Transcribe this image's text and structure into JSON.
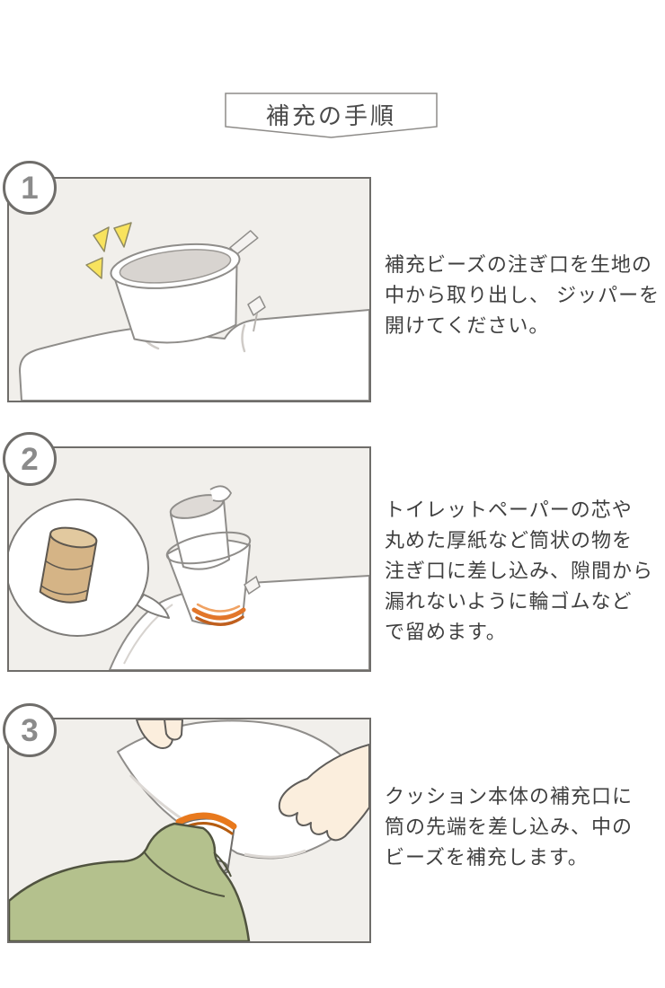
{
  "title": {
    "label": "補充の手順"
  },
  "steps": [
    {
      "number": "1",
      "text": "補充ビーズの注ぎ口を生地の\n中から取り出し、 ジッパーを\n開けてください。"
    },
    {
      "number": "2",
      "text": "トイレットペーパーの芯や\n丸めた厚紙など筒状の物を\n注ぎ口に差し込み、隙間から\n漏れないように輪ゴムなど\nで留めます。"
    },
    {
      "number": "3",
      "text": "クッション本体の補充口に\n筒の先端を差し込み、中の\nビーズを補充します。"
    }
  ],
  "colors": {
    "panel_background": "#f1efeb",
    "panel_border": "#6f6d6a",
    "step_number_gray": "#8b8b8b",
    "body_text": "#3f3f3f",
    "title_text": "#4a4a4a",
    "sparkle_yellow": "#f8e35e",
    "rubber_band_orange": "#e8791d",
    "cushion_green": "#b4c18d",
    "paper_roll_tan": "#d5b486",
    "hand_skin": "#fbeedd"
  }
}
